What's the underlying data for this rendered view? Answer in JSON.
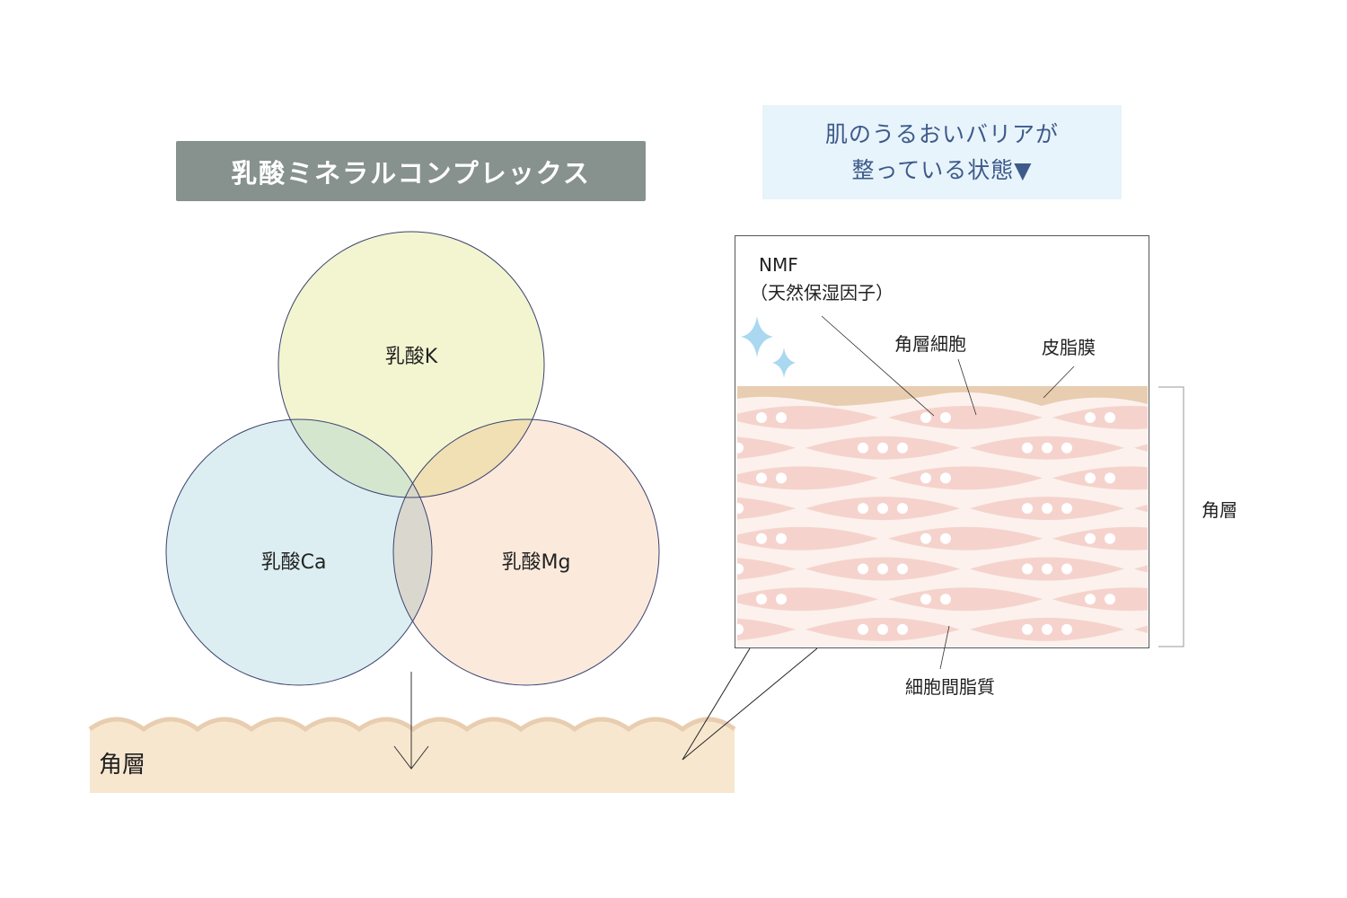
{
  "title": "乳酸ミネラルコンプレックス",
  "status": {
    "line1": "肌のうるおいバリアが",
    "line2": "整っている状態▼"
  },
  "circles": [
    {
      "label": "乳酸K",
      "color": "#f3f5d0"
    },
    {
      "label": "乳酸Ca",
      "color": "#dceef1"
    },
    {
      "label": "乳酸Mg",
      "color": "#fbeadc"
    }
  ],
  "skin_band_label": "角層",
  "detail": {
    "nmf_label": "NMF",
    "nmf_sub": "（天然保湿因子）",
    "cell_label": "角層細胞",
    "sebum_label": "皮脂膜",
    "lipid_label": "細胞間脂質",
    "bracket_label": "角層"
  },
  "colors": {
    "sebum": "#e8cdb0",
    "cell": "#f5d3cc",
    "lipid": "#fcf1ed",
    "band": "#f8e7cf",
    "band_top": "#e8cdb0",
    "sparkle": "#a9d8f0"
  }
}
